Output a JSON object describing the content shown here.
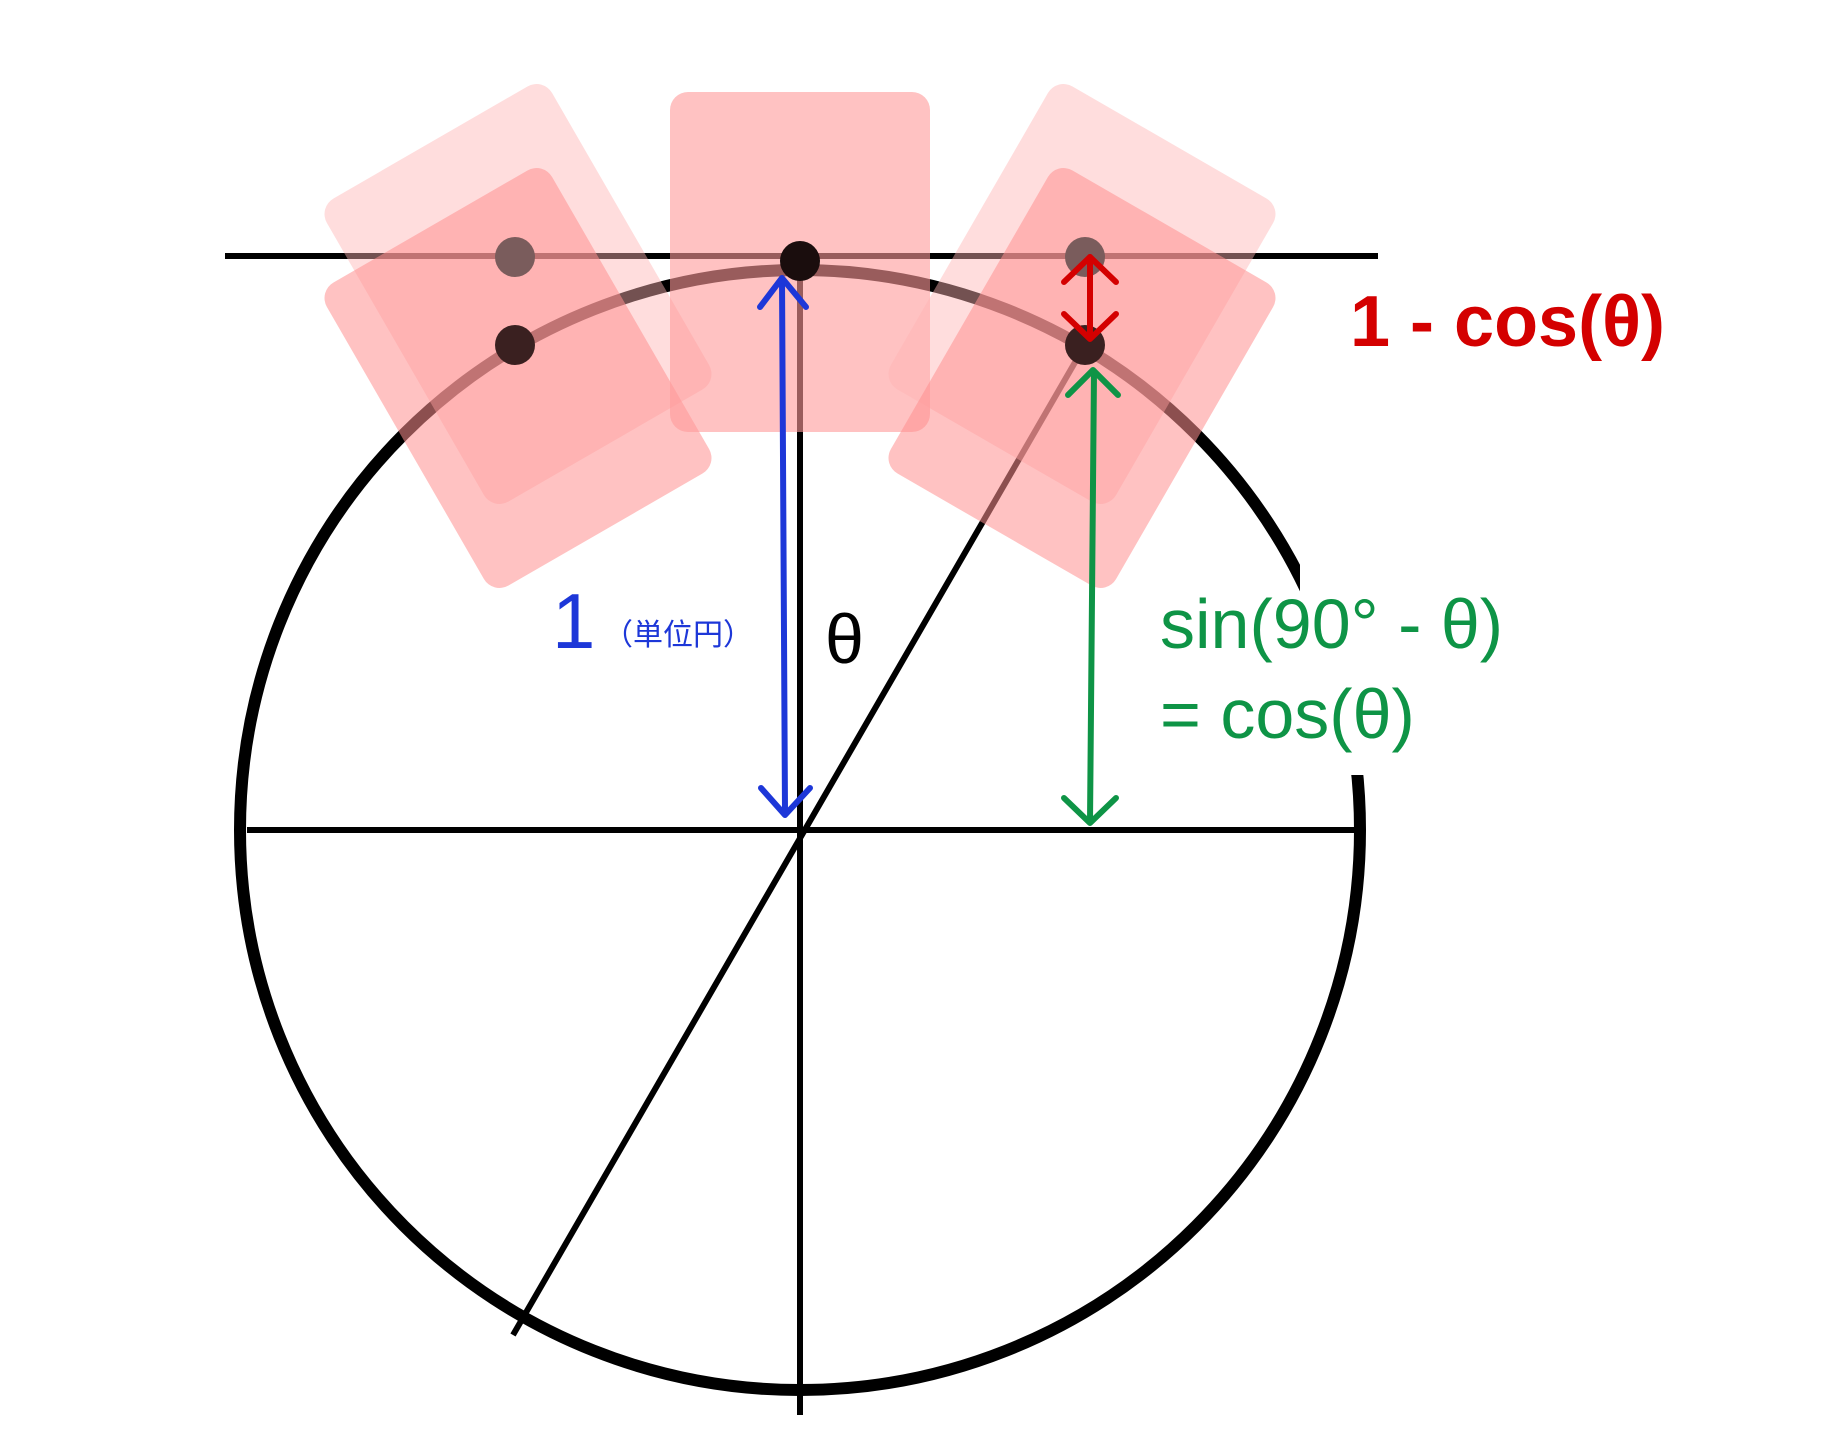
{
  "labels": {
    "radius_value": "1",
    "radius_note": "（単位円）",
    "theta": "θ",
    "delta": "1 - cos(θ)",
    "formula_line1": "sin(90° - θ)",
    "formula_line2": "= cos(θ)"
  },
  "colors": {
    "blue": "#1d37d8",
    "green": "#0e9446",
    "red": "#d40000",
    "card": "#ff9a9a",
    "ink": "#000000",
    "dot": "#3a2020"
  },
  "icons": {
    "radius_arrow": "double-arrow-vertical",
    "cos_arrow": "double-arrow-vertical",
    "delta_arrow": "double-arrow-vertical"
  }
}
